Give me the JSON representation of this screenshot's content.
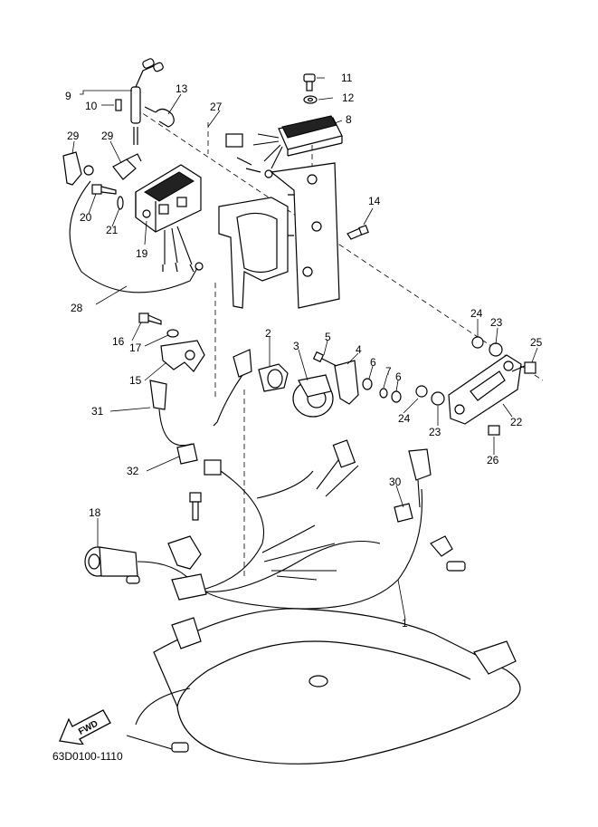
{
  "document_code": "63D0100-1110",
  "fwd_label": "FWD",
  "callouts": [
    {
      "id": "c1",
      "text": "1"
    },
    {
      "id": "c2",
      "text": "2"
    },
    {
      "id": "c3",
      "text": "3"
    },
    {
      "id": "c4",
      "text": "4"
    },
    {
      "id": "c5",
      "text": "5"
    },
    {
      "id": "c6a",
      "text": "6"
    },
    {
      "id": "c6b",
      "text": "6"
    },
    {
      "id": "c7",
      "text": "7"
    },
    {
      "id": "c8",
      "text": "8"
    },
    {
      "id": "c9",
      "text": "9"
    },
    {
      "id": "c10",
      "text": "10"
    },
    {
      "id": "c11",
      "text": "11"
    },
    {
      "id": "c12",
      "text": "12"
    },
    {
      "id": "c13",
      "text": "13"
    },
    {
      "id": "c14",
      "text": "14"
    },
    {
      "id": "c15",
      "text": "15"
    },
    {
      "id": "c16",
      "text": "16"
    },
    {
      "id": "c17",
      "text": "17"
    },
    {
      "id": "c18",
      "text": "18"
    },
    {
      "id": "c19",
      "text": "19"
    },
    {
      "id": "c20",
      "text": "20"
    },
    {
      "id": "c21",
      "text": "21"
    },
    {
      "id": "c22",
      "text": "22"
    },
    {
      "id": "c23a",
      "text": "23"
    },
    {
      "id": "c23b",
      "text": "23"
    },
    {
      "id": "c24a",
      "text": "24"
    },
    {
      "id": "c24b",
      "text": "24"
    },
    {
      "id": "c25",
      "text": "25"
    },
    {
      "id": "c26",
      "text": "26"
    },
    {
      "id": "c27",
      "text": "27"
    },
    {
      "id": "c28",
      "text": "28"
    },
    {
      "id": "c29a",
      "text": "29"
    },
    {
      "id": "c29b",
      "text": "29"
    },
    {
      "id": "c30",
      "text": "30"
    },
    {
      "id": "c31",
      "text": "31"
    },
    {
      "id": "c32",
      "text": "32"
    }
  ]
}
